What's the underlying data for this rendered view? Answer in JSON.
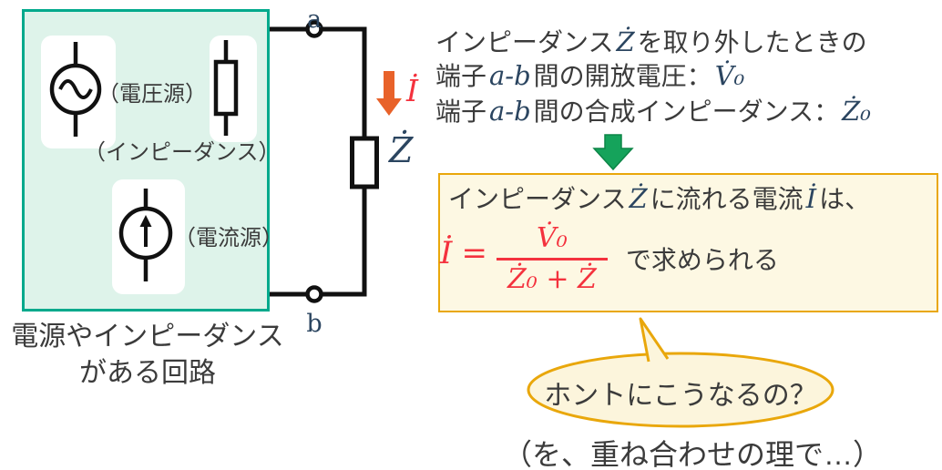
{
  "source_box": {
    "voltage_source_label": "（電圧源）",
    "impedance_label": "（インピーダンス）",
    "current_source_label": "（電流源）",
    "caption_line1": "電源やインピーダンス",
    "caption_line2": "がある回路"
  },
  "circuit": {
    "terminal_a": "a",
    "terminal_b": "b",
    "impedance_symbol": "Ż",
    "current_symbol": "İ"
  },
  "icons": {
    "voltage_source": "sine-wave-circle",
    "current_source": "up-arrow-circle",
    "impedance": "rectangle-element",
    "current_direction": "orange-down-arrow",
    "implies": "green-block-down-arrow"
  },
  "explanation": {
    "line1_pre": "インピーダンス",
    "line1_math": "Ż",
    "line1_post": "を取り外したときの",
    "line2_pre": "端子",
    "line2_terminals": "a-b",
    "line2_mid": "間の開放電圧：",
    "line2_math": "V̇₀",
    "line3_pre": "端子",
    "line3_terminals": "a-b",
    "line3_mid": "間の合成インピーダンス：",
    "line3_math": "Ż₀"
  },
  "result_box": {
    "line1_pre": "インピーダンス",
    "line1_math1": "Ż",
    "line1_mid": "に流れる電流",
    "line1_math2": "İ",
    "line1_post": "は、",
    "formula_lhs": "İ",
    "formula_equals": "=",
    "formula_numerator": "V̇₀",
    "formula_denominator": "Ż₀ + Ż",
    "formula_suffix": "で求められる"
  },
  "bubble": {
    "text": "ホントにこうなるの？"
  },
  "footnote": "（を、重ね合わせの理で…）",
  "colors": {
    "box_border_teal": "#00a98c",
    "box_fill_mint": "#def3ea",
    "accent_gold": "#e9a70b",
    "cream_fill": "#fdf8e3",
    "formula_red": "#f4323e",
    "arrow_orange": "#e8622a",
    "arrow_green": "#15a35b",
    "math_navy": "#2b4560",
    "text_gray": "#3b3b3b",
    "wire_black": "#111111"
  }
}
